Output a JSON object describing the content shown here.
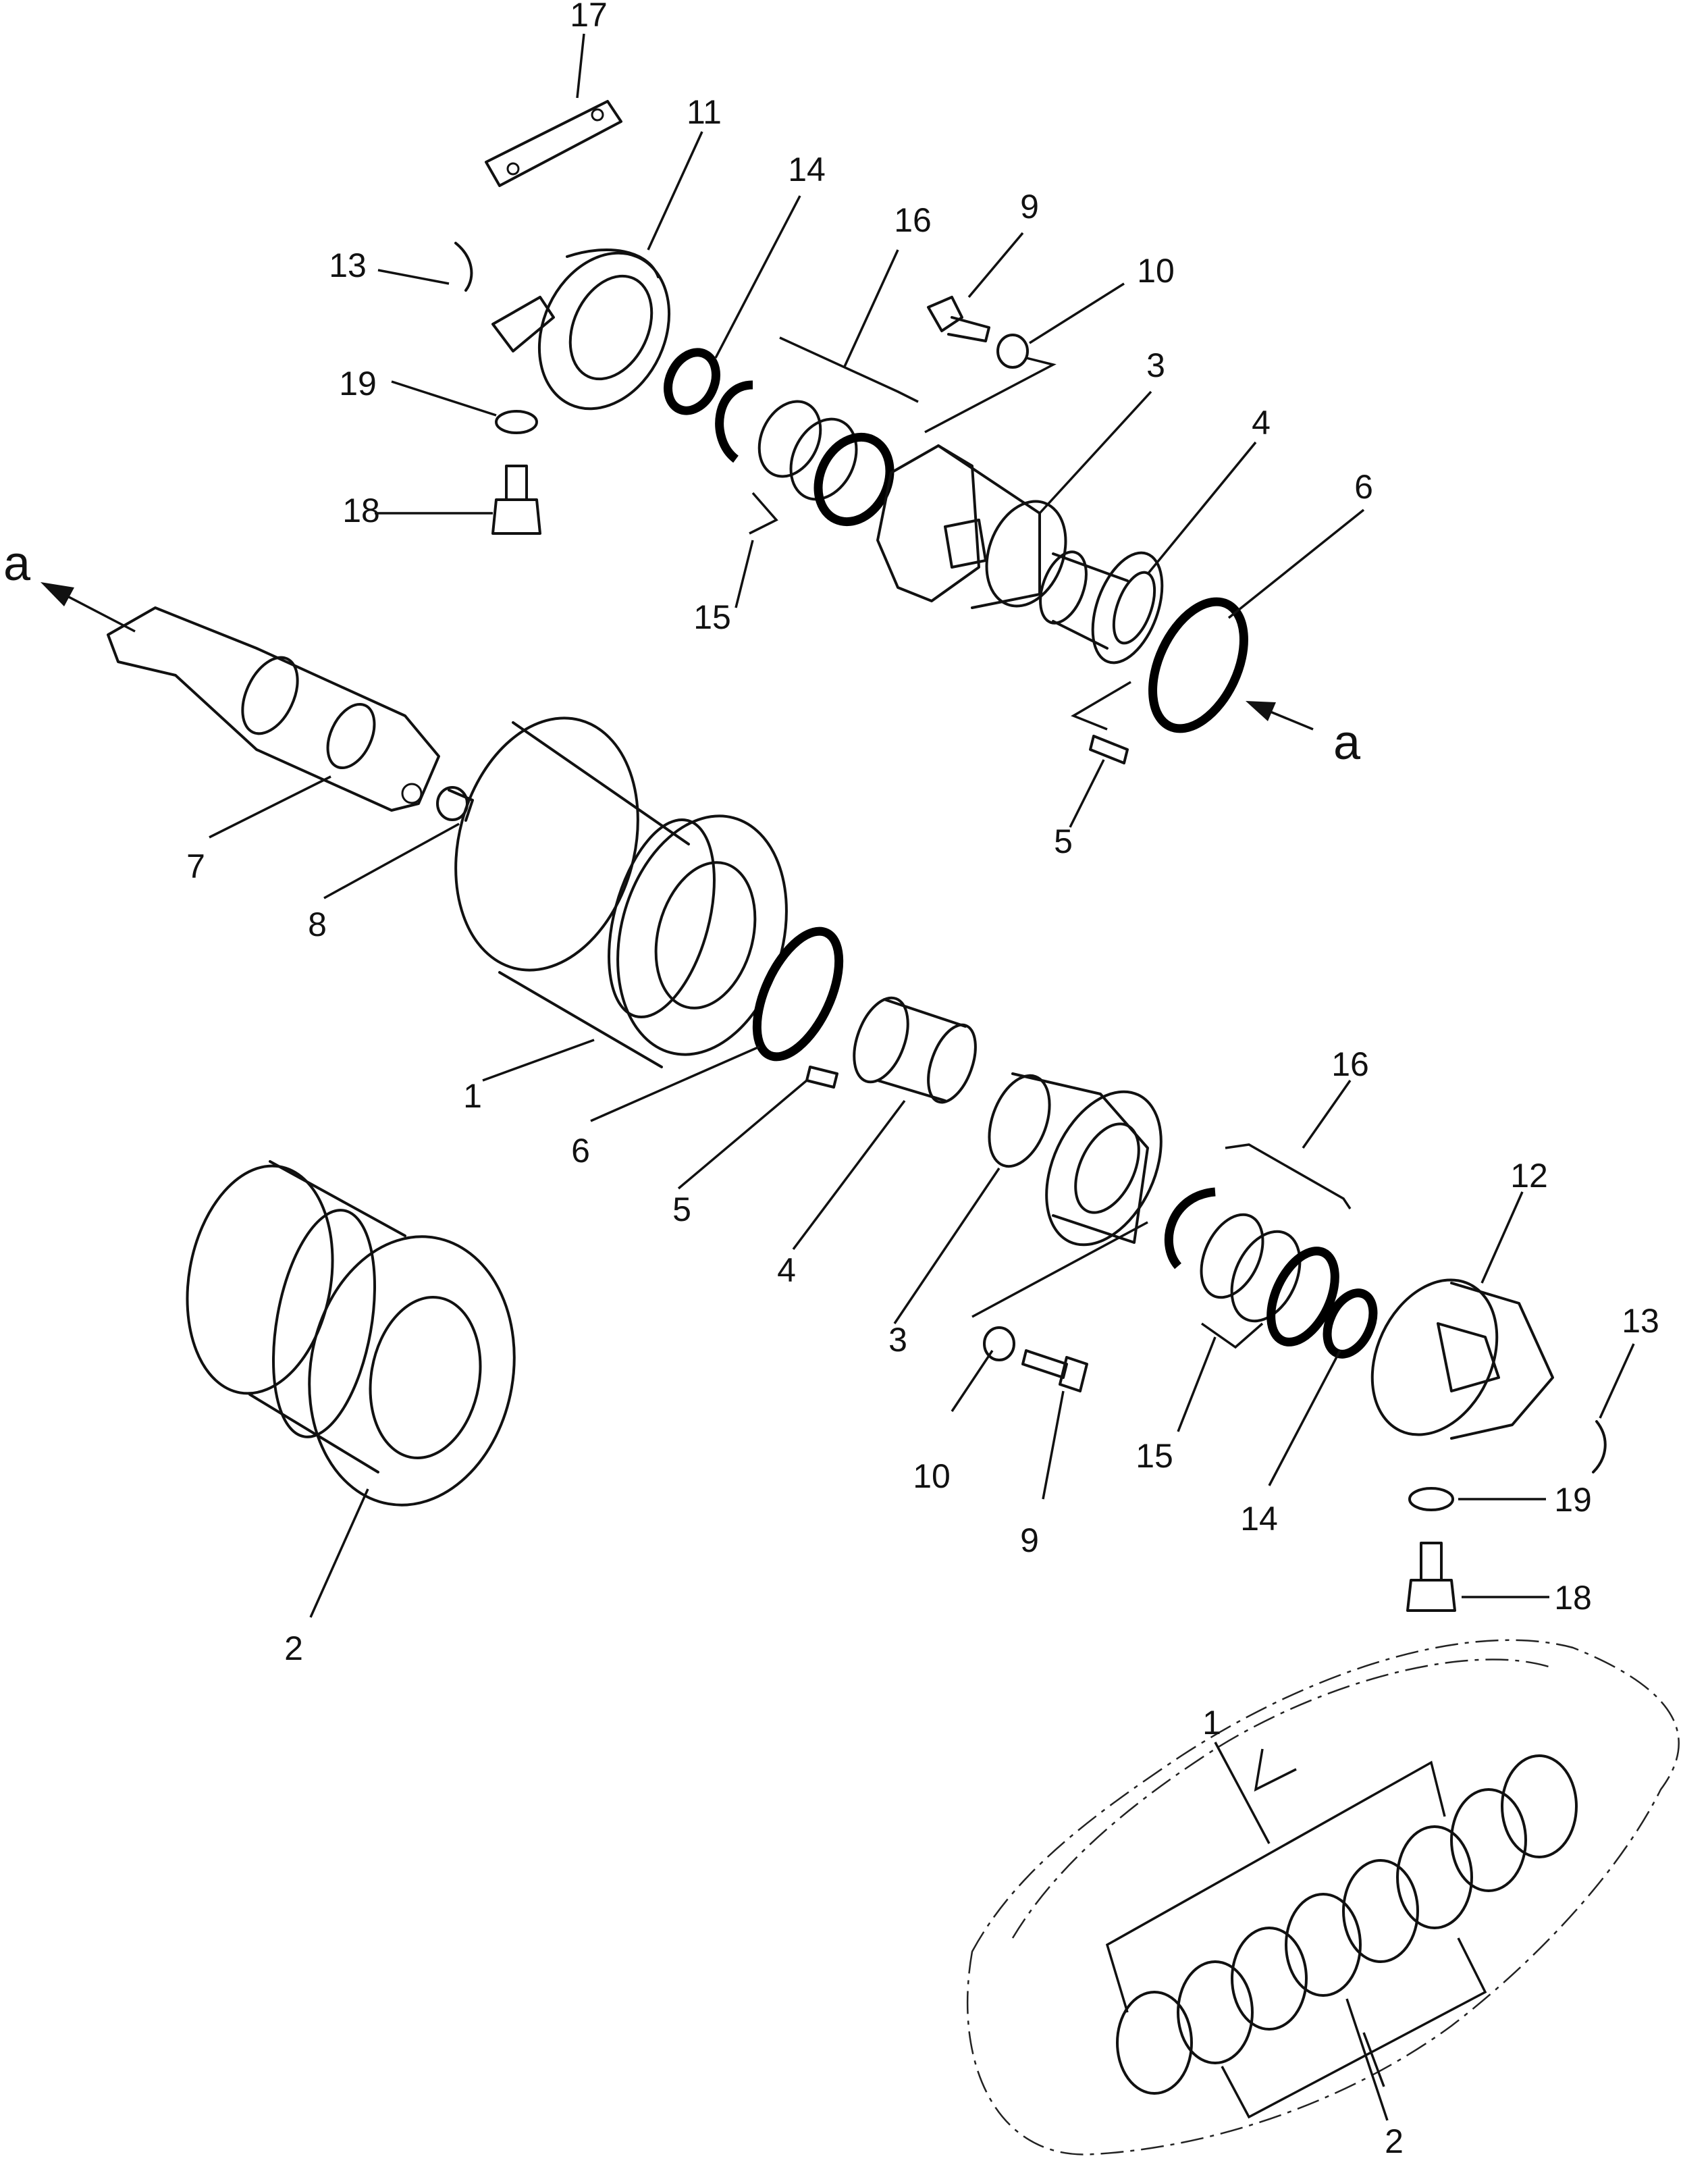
{
  "callouts": {
    "c1a": "1",
    "c1b": "1",
    "c2a": "2",
    "c2b": "2",
    "c3a": "3",
    "c3b": "3",
    "c4a": "4",
    "c4b": "4",
    "c5a": "5",
    "c5b": "5",
    "c6a": "6",
    "c6b": "6",
    "c7": "7",
    "c8": "8",
    "c9a": "9",
    "c9b": "9",
    "c10a": "10",
    "c10b": "10",
    "c11": "11",
    "c12": "12",
    "c13a": "13",
    "c13b": "13",
    "c14a": "14",
    "c14b": "14",
    "c15a": "15",
    "c15b": "15",
    "c16a": "16",
    "c16b": "16",
    "c17": "17",
    "c18a": "18",
    "c18b": "18",
    "c19a": "19",
    "c19b": "19",
    "arrow_left": "a",
    "arrow_right": "a"
  }
}
